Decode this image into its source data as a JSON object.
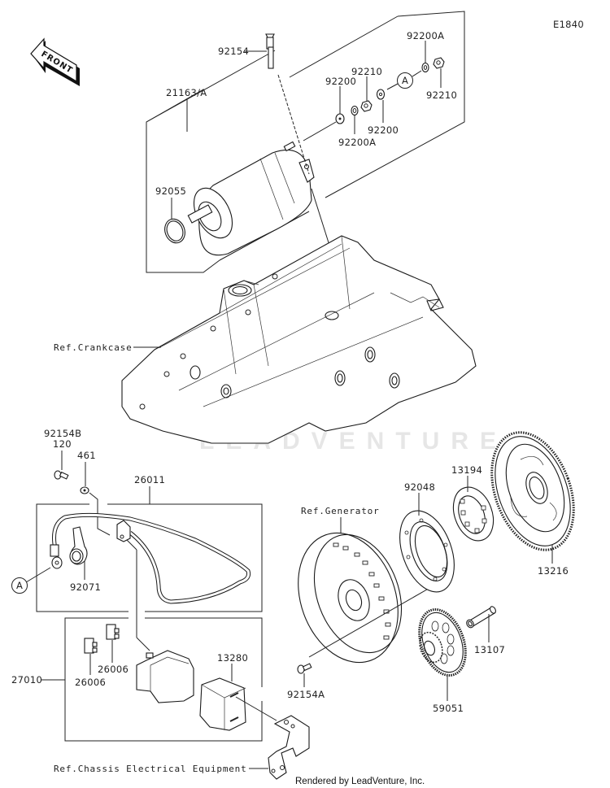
{
  "diagram": {
    "code": "E1840",
    "direction_indicator": "FRONT",
    "watermark": "LEADVENTURE",
    "credit": "Rendered by LeadVenture, Inc.",
    "line_color": "#1a1a1a",
    "watermark_color": "#e6e6e6"
  },
  "callouts": {
    "starter_motor": "21163/A",
    "bolt_top": "92154",
    "washer_1": "92200",
    "nut_1": "92210",
    "washer_2": "92200",
    "washer_a_1": "92200A",
    "washer_a_2": "92200A",
    "nut_2": "92210",
    "o_ring": "92055",
    "bolt_b": "92154B",
    "bolt_b_qty": "120",
    "washer_461": "461",
    "cable": "26011",
    "cap": "92071",
    "relay_assy": "27010",
    "fuse_1": "26006",
    "fuse_2": "26006",
    "relay": "13280",
    "bearing_92048": "92048",
    "clutch_13194": "13194",
    "gear_13216": "13216",
    "bolt_a": "92154A",
    "idle_gear": "59051",
    "shaft": "13107"
  },
  "markers": {
    "top_connector": "A",
    "cable_connector": "A"
  },
  "references": {
    "crankcase": "Ref.Crankcase",
    "generator": "Ref.Generator",
    "chassis_electrical": "Ref.Chassis Electrical Equipment"
  }
}
